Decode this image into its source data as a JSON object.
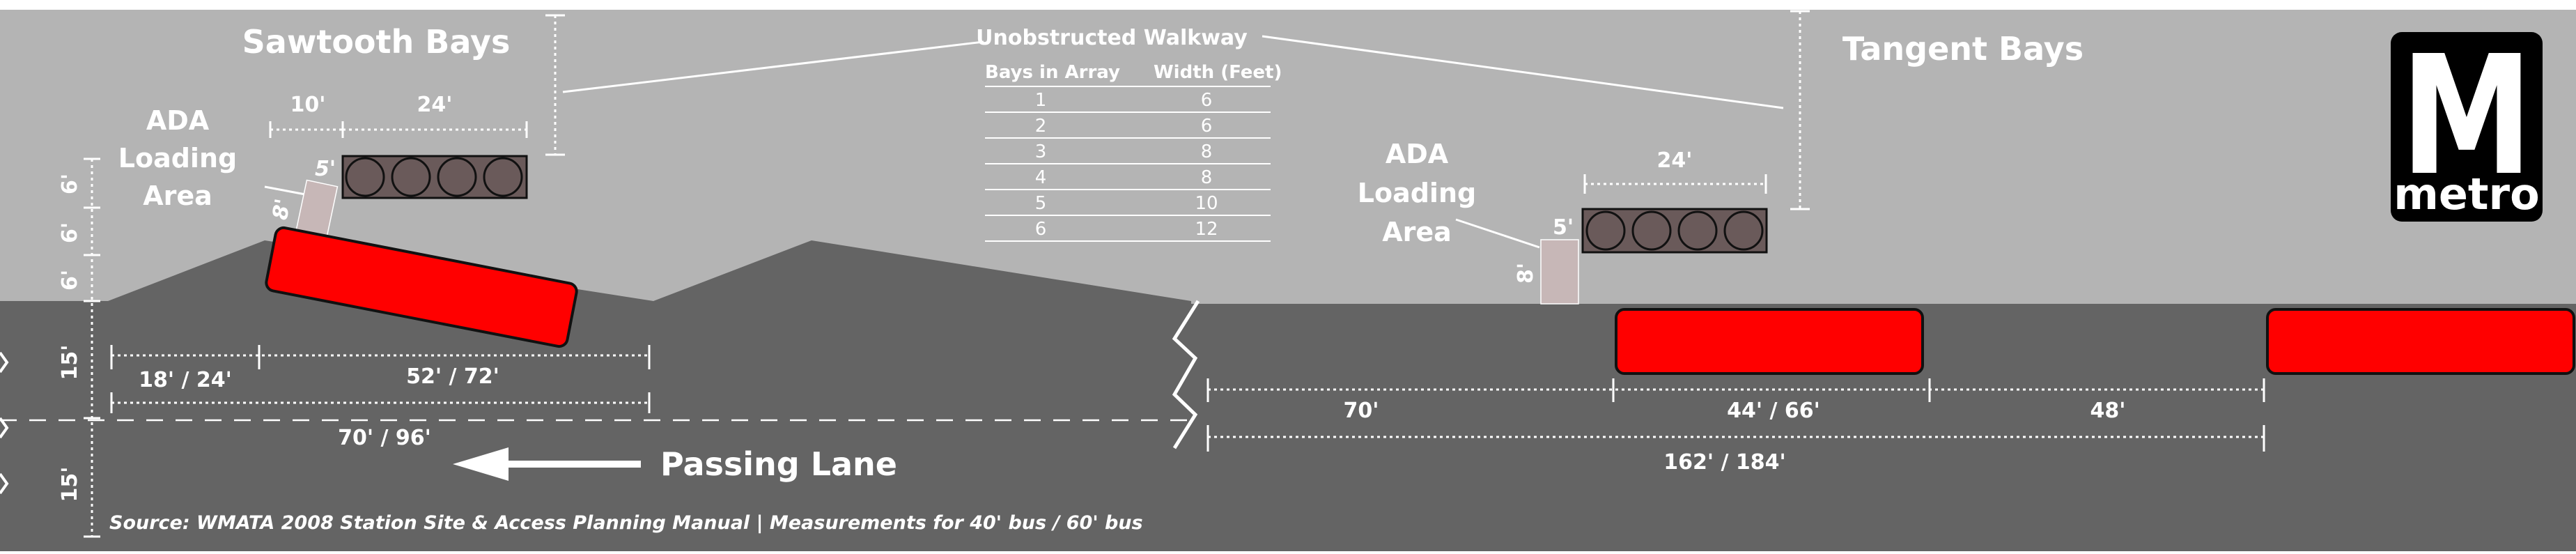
{
  "sawtooth": {
    "title": "Sawtooth Bays",
    "ada_label": [
      "ADA",
      "Loading",
      "Area"
    ],
    "dims": {
      "gap_left": "10'",
      "shelter_len": "24'",
      "pad_w": "5'",
      "pad_h": "8'",
      "vert_1": "6'",
      "vert_2": "6'",
      "vert_3": "6'",
      "lane_1": "15'",
      "lane_2": "15'",
      "approach": "18' / 24'",
      "bay_len": "52' / 72'",
      "total": "70' / 96'"
    }
  },
  "walkway_table": {
    "title": "Unobstructed Walkway",
    "headers": [
      "Bays in Array",
      "Width (Feet)"
    ],
    "rows": [
      [
        "1",
        "6"
      ],
      [
        "2",
        "6"
      ],
      [
        "3",
        "8"
      ],
      [
        "4",
        "8"
      ],
      [
        "5",
        "10"
      ],
      [
        "6",
        "12"
      ]
    ]
  },
  "tangent": {
    "title": "Tangent Bays",
    "ada_label": [
      "ADA",
      "Loading",
      "Area"
    ],
    "dims": {
      "shelter_len": "24'",
      "pad_w": "5'",
      "pad_h": "8'",
      "entry": "70'",
      "bay": "44' / 66'",
      "exit": "48'",
      "total": "162' / 184'"
    }
  },
  "passing_lane": "Passing Lane",
  "source": "Source: WMATA 2008 Station Site & Access Planning Manual | Measurements for 40' bus / 60' bus",
  "logo": {
    "letter": "M",
    "word": "metro"
  },
  "colors": {
    "platform": "#b4b4b4",
    "road": "#646464",
    "bus": "#ff0000",
    "shelter": "#6a5a5a",
    "ada_pad": "#c7b7b7",
    "dimension": "#ffffff",
    "logo_bg": "#000000"
  }
}
